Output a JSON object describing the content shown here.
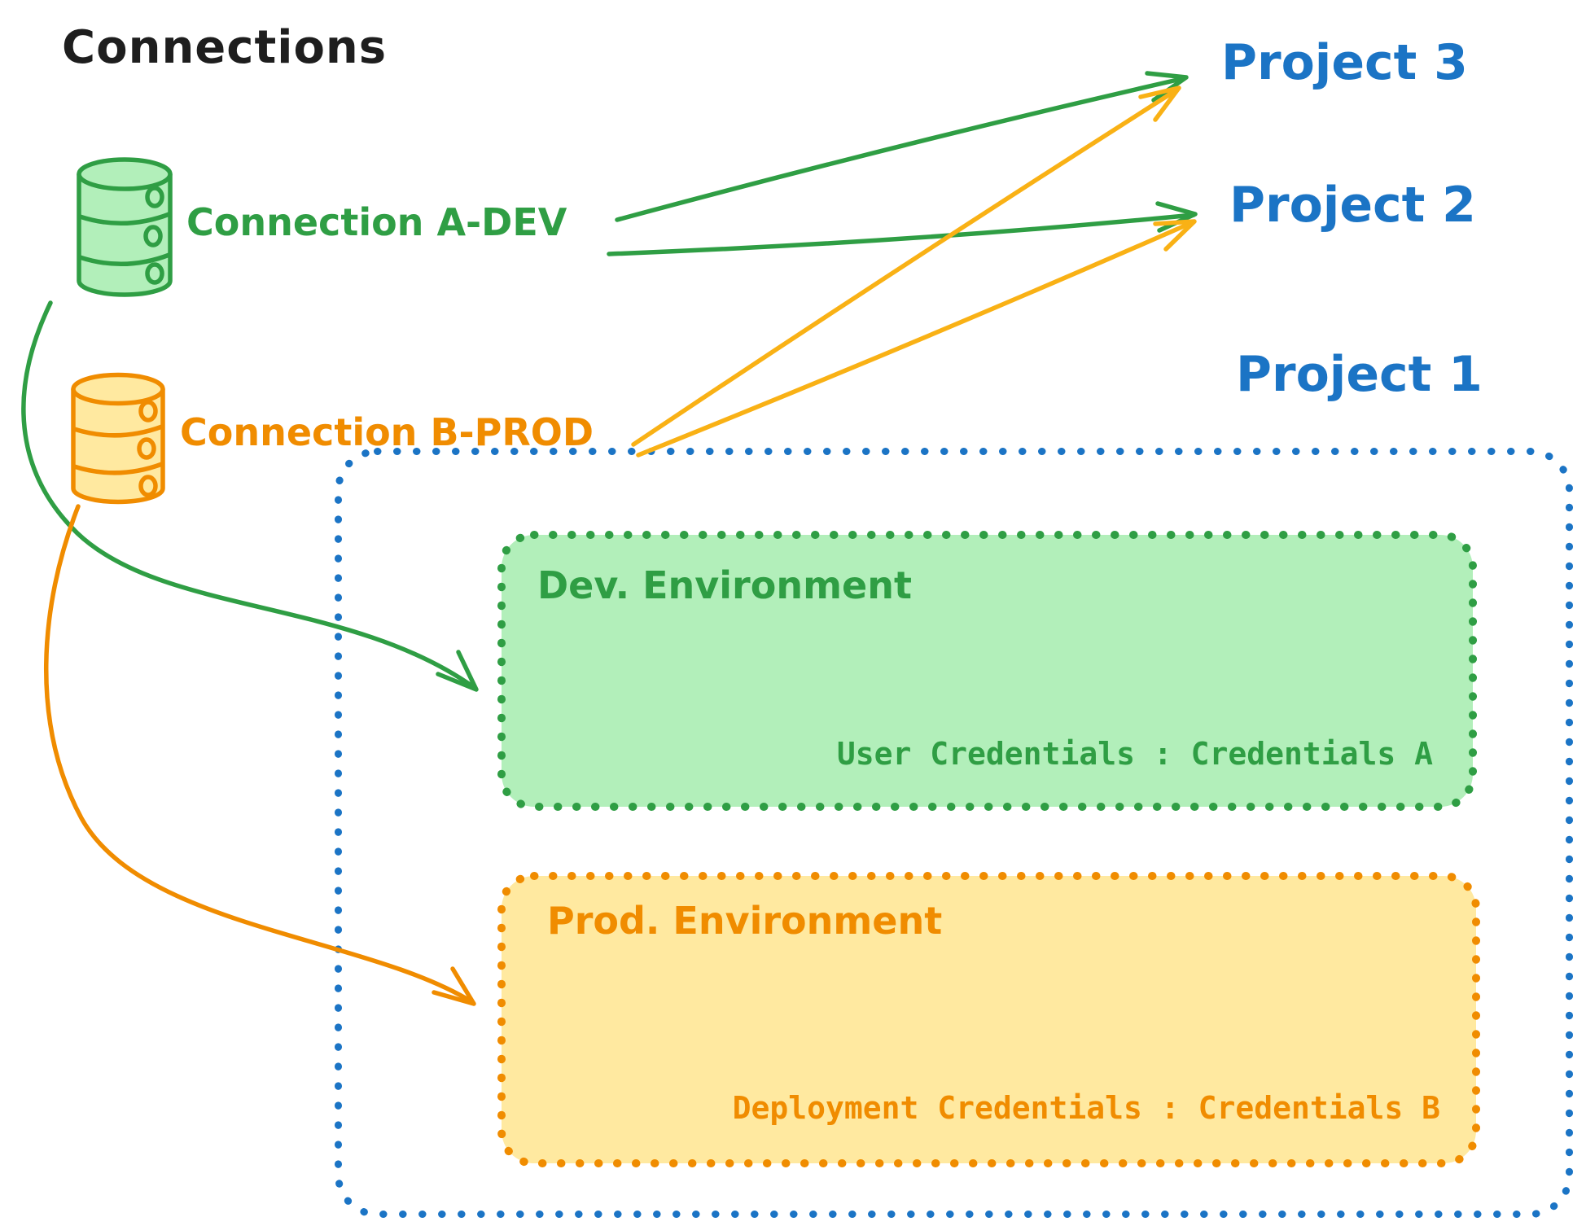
{
  "title": "Connections",
  "connections": [
    {
      "label": "Connection A-DEV",
      "type": "database",
      "color": "#2f9e44"
    },
    {
      "label": "Connection B-PROD",
      "type": "database",
      "color": "#f08c00"
    }
  ],
  "projects": [
    {
      "label": "Project 3"
    },
    {
      "label": "Project 2"
    },
    {
      "label": "Project 1"
    }
  ],
  "project1": {
    "dev": {
      "title": "Dev. Environment",
      "credentials_text": "User Credentials : Credentials A"
    },
    "prod": {
      "title": "Prod. Environment",
      "credentials_text": "Deployment Credentials : Credentials B"
    }
  },
  "edges": [
    {
      "from": "Connection A-DEV",
      "to": "Project 3",
      "color": "#2f9e44"
    },
    {
      "from": "Connection A-DEV",
      "to": "Project 2",
      "color": "#2f9e44"
    },
    {
      "from": "Connection B-PROD",
      "to": "Project 3",
      "color": "#f9b115"
    },
    {
      "from": "Connection B-PROD",
      "to": "Project 2",
      "color": "#f9b115"
    },
    {
      "from": "Connection A-DEV",
      "to": "Dev. Environment",
      "color": "#2f9e44"
    },
    {
      "from": "Connection B-PROD",
      "to": "Prod. Environment",
      "color": "#f08c00"
    }
  ],
  "colors": {
    "title_text": "#1e1e1e",
    "blue": "#1b74c5",
    "green": "#2f9e44",
    "green_fill": "#b2efba",
    "orange": "#f08c00",
    "orange_arrow": "#f9b115",
    "orange_fill": "#ffe9a0"
  }
}
